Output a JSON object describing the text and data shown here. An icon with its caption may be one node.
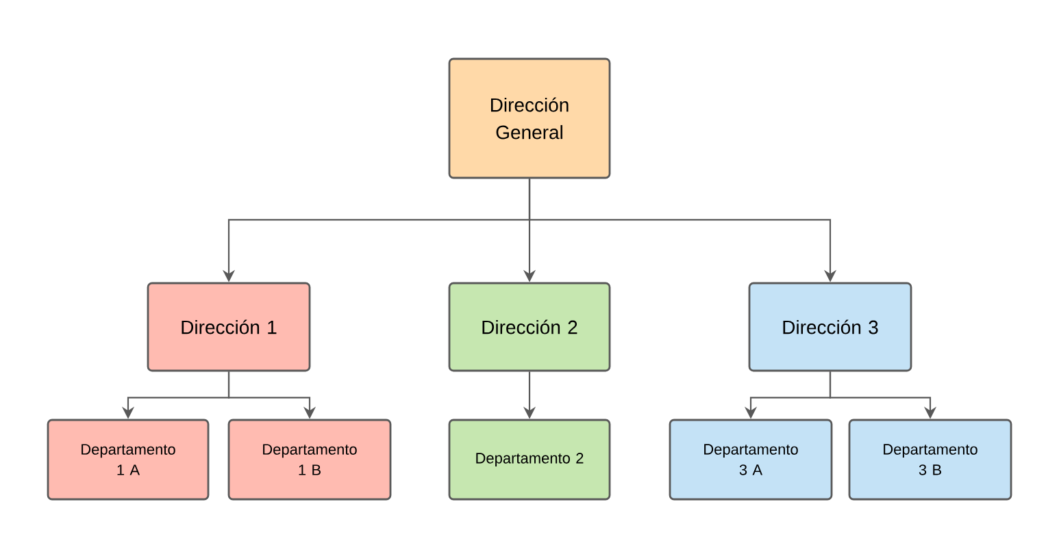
{
  "diagram": {
    "nodes": [
      {
        "text": [
          "Dirección General"
        ]
      },
      {
        "text": [
          "Dirección 1"
        ]
      },
      {
        "text": [
          "Dirección 2"
        ]
      },
      {
        "text": [
          "Dirección 3"
        ]
      },
      {
        "text": [
          "Departamento 1 A"
        ]
      },
      {
        "text": [
          "Departamento 1 B"
        ]
      },
      {
        "text": [
          "Departamento 2"
        ]
      },
      {
        "text": [
          "Departamento 3 A"
        ]
      },
      {
        "text": [
          "Departamento 3 B"
        ]
      }
    ],
    "edges": [
      {
        "from": 0,
        "to": 1,
        "arrow": "to"
      },
      {
        "from": 0,
        "to": 2,
        "arrow": "to"
      },
      {
        "from": 0,
        "to": 3,
        "arrow": "to"
      },
      {
        "from": 1,
        "to": 4,
        "arrow": "to"
      },
      {
        "from": 1,
        "to": 5,
        "arrow": "to"
      },
      {
        "from": 2,
        "to": 6,
        "arrow": "to"
      },
      {
        "from": 3,
        "to": 7,
        "arrow": "to"
      },
      {
        "from": 3,
        "to": 8,
        "arrow": "to"
      }
    ]
  }
}
